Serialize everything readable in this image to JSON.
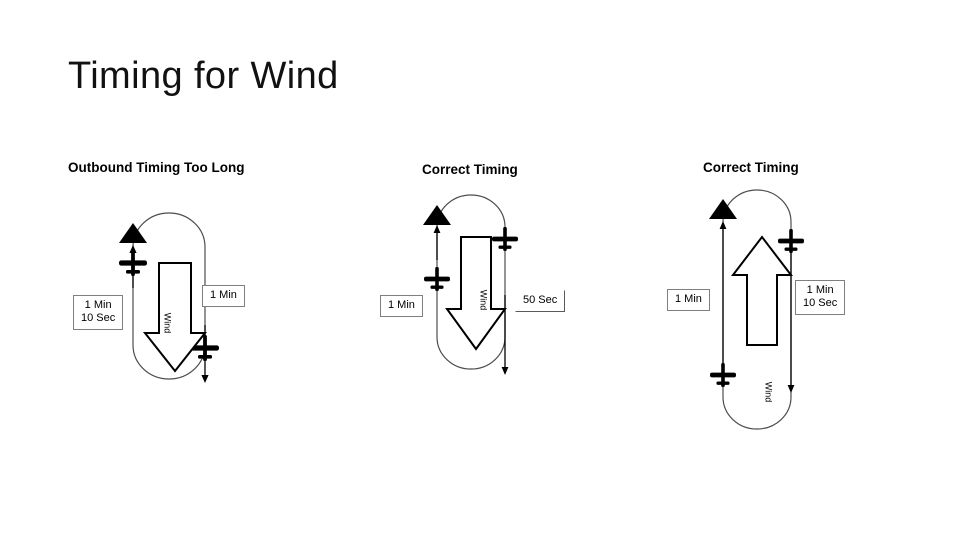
{
  "slide": {
    "title": "Timing for Wind",
    "background_color": "#ffffff",
    "text_color": "#000000"
  },
  "panels": [
    {
      "id": "panel-1",
      "caption": "Outbound Timing Too Long",
      "wind_label": "Wind",
      "wind_direction": "down",
      "outbound_leg_label": {
        "line1": "1 Min",
        "line2": "10 Sec"
      },
      "inbound_leg_label": {
        "line1": "1 Min",
        "line2": ""
      },
      "fix_marker": "triangle-fix-icon",
      "aircraft_count": 2
    },
    {
      "id": "panel-2",
      "caption": "Correct Timing",
      "wind_label": "Wind",
      "wind_direction": "down",
      "outbound_leg_label": {
        "line1": "1 Min",
        "line2": ""
      },
      "inbound_leg_label": {
        "line1": "50 Sec",
        "line2": ""
      },
      "fix_marker": "triangle-fix-icon",
      "aircraft_count": 2
    },
    {
      "id": "panel-3",
      "caption": "Correct Timing",
      "wind_label": "Wind",
      "wind_direction": "up",
      "outbound_leg_label": {
        "line1": "1 Min",
        "line2": ""
      },
      "inbound_leg_label": {
        "line1": "1 Min",
        "line2": "10 Sec"
      },
      "fix_marker": "triangle-fix-icon",
      "aircraft_count": 2
    }
  ]
}
